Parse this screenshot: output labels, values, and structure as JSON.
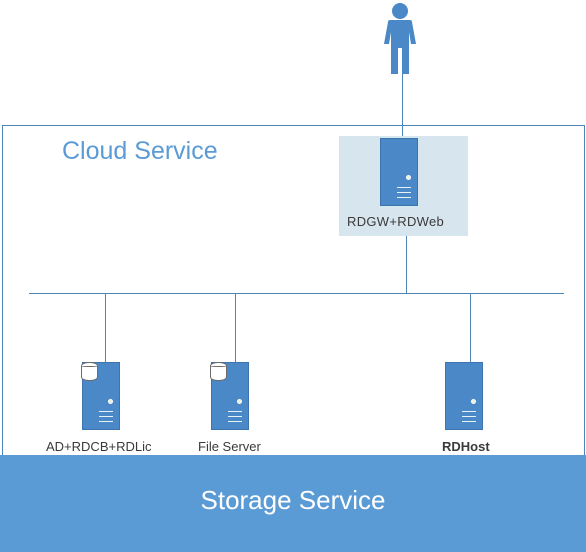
{
  "cloud_service": {
    "title": "Cloud Service"
  },
  "user": {
    "icon": "user-icon"
  },
  "gateway": {
    "label": "RDGW+RDWeb",
    "icon": "server-icon"
  },
  "servers": [
    {
      "label": "AD+RDCB+RDLic",
      "icon": "server-icon",
      "storage_icon": "database-icon"
    },
    {
      "label": "File Server",
      "icon": "server-icon",
      "storage_icon": "database-icon"
    },
    {
      "label": "RDHost",
      "icon": "server-icon"
    }
  ],
  "storage_service": {
    "label": "Storage Service"
  },
  "colors": {
    "accent": "#5b9bd5",
    "server": "#4a88c7",
    "line": "#4f86b9",
    "gateway_background": "#d7e5ef"
  }
}
